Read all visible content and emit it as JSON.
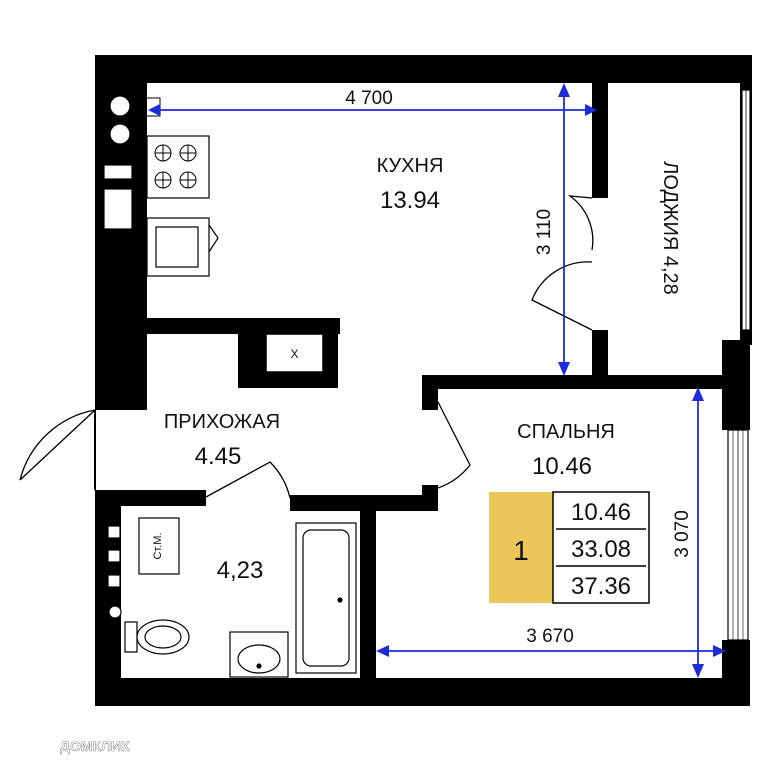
{
  "rooms": {
    "kitchen": {
      "name": "КУХНЯ",
      "area": "13.94"
    },
    "loggia": {
      "name": "ЛОДЖИЯ 4,28"
    },
    "hallway": {
      "name": "ПРИХОЖАЯ",
      "area": "4.45"
    },
    "bedroom": {
      "name": "СПАЛЬНЯ",
      "area": "10.46"
    },
    "bathroom": {
      "area": "4,23"
    }
  },
  "dimensions": {
    "kitchen_width": "4 700",
    "kitchen_depth": "3 110",
    "bedroom_width": "3 670",
    "bedroom_depth": "3 070"
  },
  "legend": {
    "rooms_count": "1",
    "living_area": "10.46",
    "total_without_loggia": "33.08",
    "total_area": "37.36"
  },
  "fixtures": {
    "washing_machine_mark": "Ст.М.",
    "shaft_mark": "X"
  },
  "watermark": "ДОМКЛИК",
  "colors": {
    "wall": "#000000",
    "dimension_line": "#1d2bd8",
    "legend_accent": "#ebc75a",
    "background": "#ffffff"
  }
}
